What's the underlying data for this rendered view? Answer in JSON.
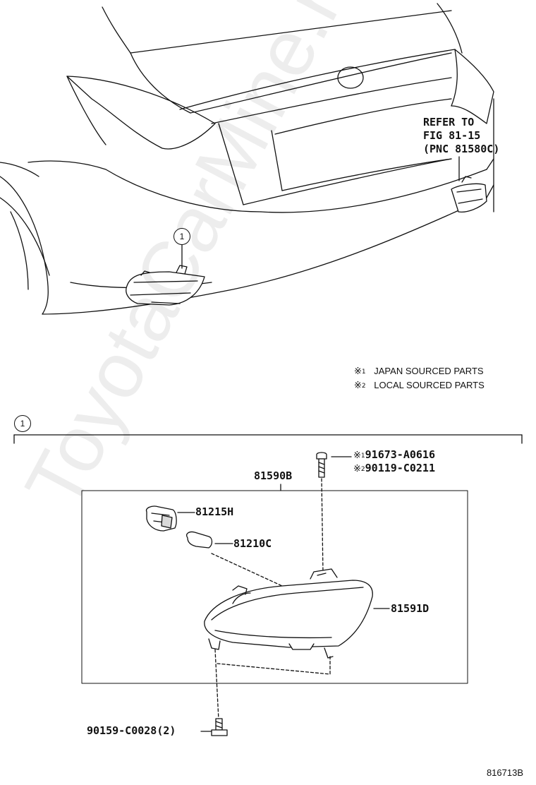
{
  "callouts": {
    "group_marker": "1",
    "group_marker_detail": "1"
  },
  "refer": {
    "line1": "REFER TO",
    "line2": "FIG 81-15",
    "line3": "(PNC 81580C)"
  },
  "legend": {
    "symbol": "※",
    "items": [
      {
        "num": "1",
        "text": "JAPAN SOURCED PARTS"
      },
      {
        "num": "2",
        "text": "LOCAL SOURCED PARTS"
      }
    ]
  },
  "parts": {
    "screw_japan_num": "1",
    "screw_japan": "91673-A0616",
    "screw_local_num": "2",
    "screw_local": "90119-C0211",
    "assembly": "81590B",
    "socket": "81215H",
    "bulb": "81210C",
    "lens": "81591D",
    "bolt": "90159-C0028(2)"
  },
  "watermark": "ToyotaCarMine.ru",
  "figure_code": "816713B"
}
